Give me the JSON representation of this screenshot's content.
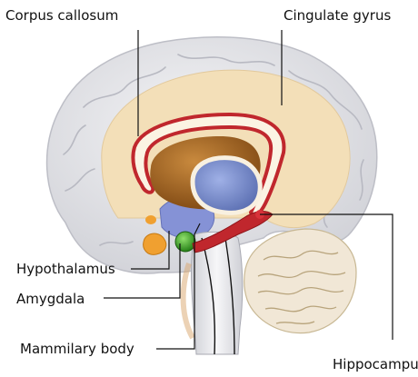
{
  "labels": {
    "corpus_callosum": "Corpus callosum",
    "cingulate_gyrus": "Cingulate gyrus",
    "hypothalamus": "Hypothalamus",
    "amygdala": "Amygdala",
    "mammillary_body": "Mammilary body",
    "hippocampus": "Hippocampus"
  },
  "colors": {
    "background": "#ffffff",
    "brain_outline": "#d8d8dc",
    "cingulate_gyrus": "#f3dfb8",
    "corpus_callosum": "#c0272d",
    "corpus_callosum_inner": "#fbf3e3",
    "thalamus": "#9a6020",
    "ventricle": "#6f7fbd",
    "hypothalamus": "#8592d6",
    "amygdala": "#f0a030",
    "mammillary_body": "#2f9e1e",
    "hippocampus": "#c0272d",
    "brainstem": "#e8e8ec",
    "cerebellum": "#f1e7d6"
  }
}
